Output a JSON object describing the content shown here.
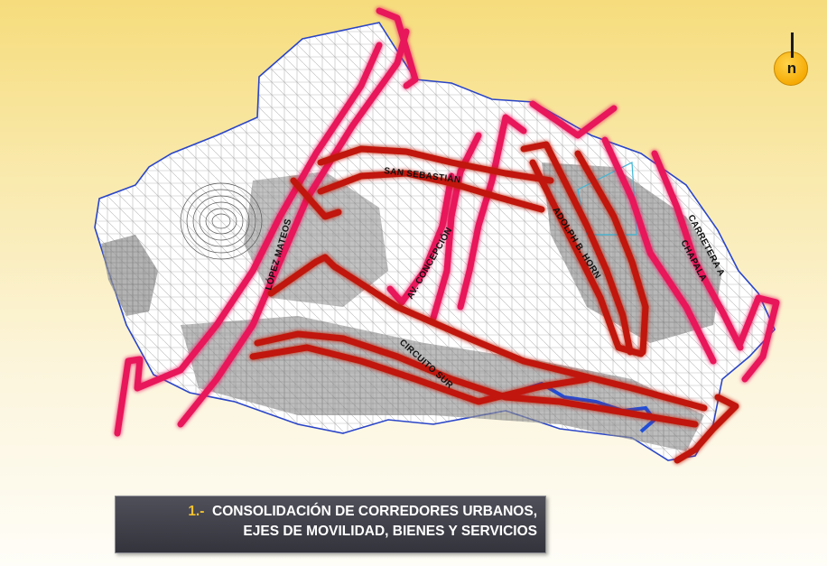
{
  "map": {
    "roads": {
      "lopez_mateos": "LÓPEZ MATEOS",
      "san_sebastian": "SAN SEBASTIÁN",
      "av_concepcion": "AV. CONCEPCIÓN",
      "adolph_b_horn": "ADOLPH B. HORN",
      "carretera_a": "CARRETERA  A",
      "chapala": "CHAPALA",
      "circuito_sur": "CIRCUITO SUR"
    },
    "north_arrow": {
      "letter": "n",
      "icon": "north-arrow-icon"
    }
  },
  "caption": {
    "number": "1.-",
    "line1": "CONSOLIDACIÓN DE CORREDORES URBANOS,",
    "line2": "EJES DE MOVILIDAD, BIENES Y SERVICIOS"
  },
  "colors": {
    "pink_corridor": "#e8195a",
    "red_corridor": "#c01808",
    "boundary": "#2a45c8",
    "caption_bg": "#3c3c44",
    "caption_number": "#f2c230"
  }
}
